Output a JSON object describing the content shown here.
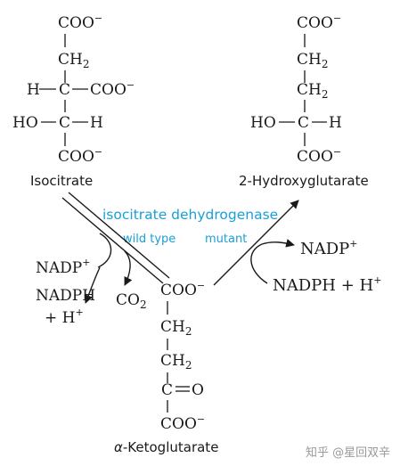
{
  "isocitrate": {
    "coo_top": "COO",
    "ch2": "CH",
    "h_left": "H",
    "c_mid1": "C",
    "coo_right": "COO",
    "ho_left": "HO",
    "c_mid2": "C",
    "h_right": "H",
    "coo_bottom": "COO",
    "name": "Isocitrate"
  },
  "hydroxyglutarate": {
    "coo_top": "COO",
    "ch2_a": "CH",
    "ch2_b": "CH",
    "ho_left": "HO",
    "c_mid": "C",
    "h_right": "H",
    "coo_bottom": "COO",
    "name": "2-Hydroxyglutarate"
  },
  "ketoglutarate": {
    "coo_top": "COO",
    "ch2_a": "CH",
    "ch2_b": "CH",
    "c_keto": "C",
    "o_keto": "O",
    "coo_bottom": "COO",
    "name_prefix": "α",
    "name_rest": "-Ketoglutarate"
  },
  "enzyme": {
    "name": "isocitrate dehydrogenase",
    "wild_type": "wild type",
    "mutant": "mutant"
  },
  "cofactors": {
    "left_nadp": "NADP",
    "left_nadph": "NADPH",
    "left_h": "+ H",
    "left_co2": "CO",
    "right_nadp": "NADP",
    "right_nadph": "NADPH + H"
  },
  "symbols": {
    "minus": "−",
    "plus": "+",
    "two": "2"
  },
  "watermark": "知乎 @星回双辛"
}
